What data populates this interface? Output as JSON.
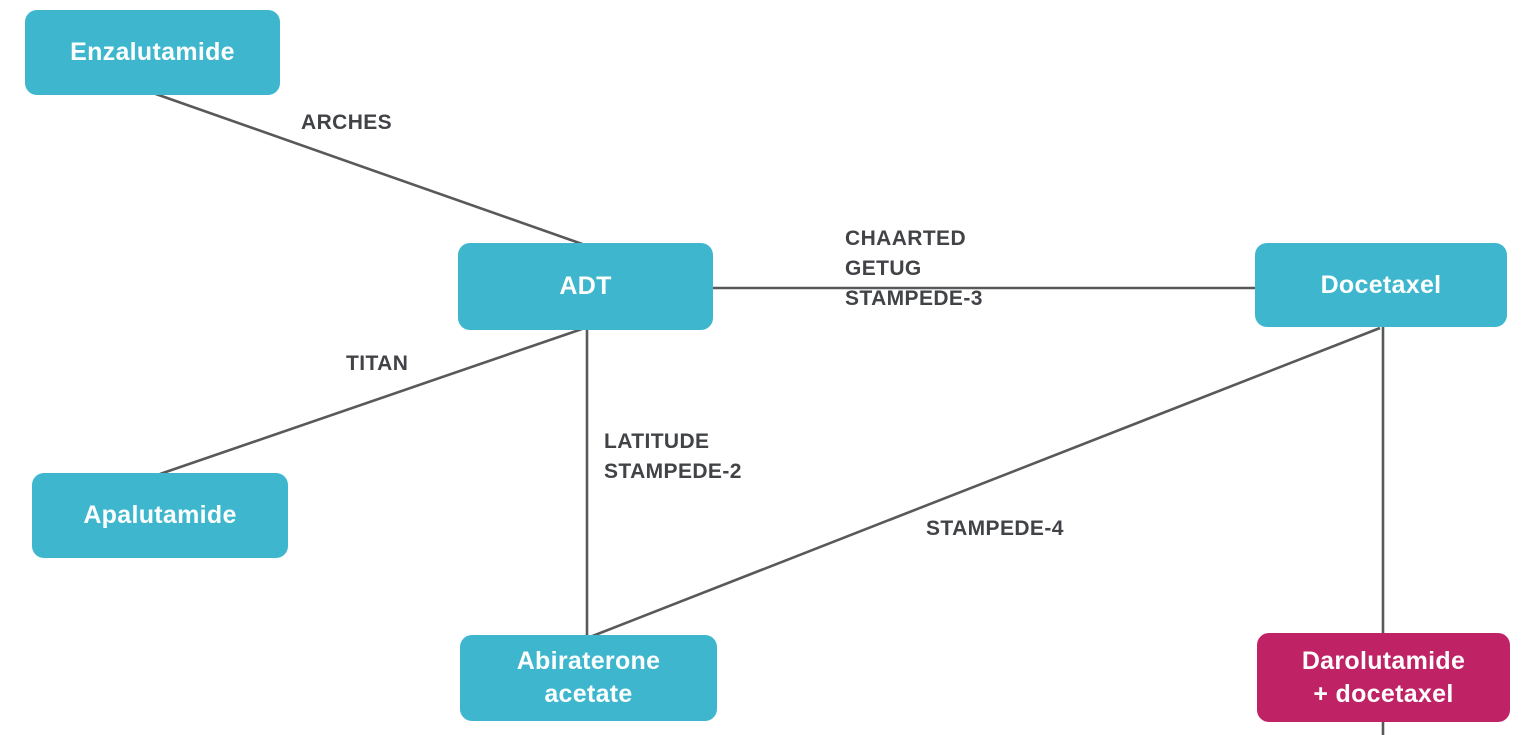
{
  "diagram": {
    "description": "Treatment trial network diagram",
    "colors": {
      "node_teal": "#3eb7ce",
      "node_magenta": "#c02365",
      "node_text": "#fdfefe",
      "edge_line": "#58595b",
      "edge_label_text": "#414347",
      "background": "#ffffff"
    },
    "nodes": [
      {
        "id": "enzalutamide",
        "label": "Enzalutamide",
        "color": "teal"
      },
      {
        "id": "adt",
        "label": "ADT",
        "color": "teal"
      },
      {
        "id": "docetaxel",
        "label": "Docetaxel",
        "color": "teal"
      },
      {
        "id": "apalutamide",
        "label": "Apalutamide",
        "color": "teal"
      },
      {
        "id": "abiraterone",
        "label": "Abiraterone\nacetate",
        "color": "teal"
      },
      {
        "id": "darolutamide-docetaxel",
        "label": "Darolutamide\n+ docetaxel",
        "color": "magenta"
      }
    ],
    "edges": [
      {
        "from": "Enzalutamide",
        "to": "ADT",
        "label": "ARCHES"
      },
      {
        "from": "ADT",
        "to": "Docetaxel",
        "label": "CHAARTED\nGETUG\nSTAMPEDE-3"
      },
      {
        "from": "ADT",
        "to": "Apalutamide",
        "label": "TITAN"
      },
      {
        "from": "ADT",
        "to": "Abiraterone acetate",
        "label": "LATITUDE\nSTAMPEDE-2"
      },
      {
        "from": "Abiraterone acetate",
        "to": "Docetaxel",
        "label": "STAMPEDE-4"
      },
      {
        "from": "Docetaxel",
        "to": "Darolutamide + docetaxel",
        "label": ""
      }
    ]
  }
}
